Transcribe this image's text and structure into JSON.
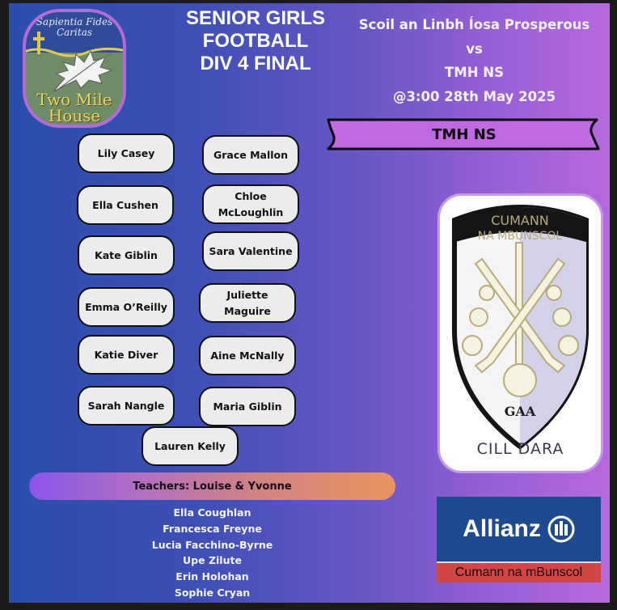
{
  "school_crest": {
    "motto_line1": "Sapientia Fides",
    "motto_line2": "Caritas",
    "name_line1": "Two Mile",
    "name_line2": "House"
  },
  "title": {
    "line1": "SENIOR GIRLS",
    "line2": "FOOTBALL",
    "line3": "DIV 4 FINAL"
  },
  "match": {
    "home_team": "Scoil an Linbh Íosa Prosperous",
    "versus": "vs",
    "away_team": "TMH NS",
    "time_date": "@3:00 28th May 2025"
  },
  "team_banner": {
    "label": "TMH NS"
  },
  "players": [
    {
      "name": "Lily Casey"
    },
    {
      "name": "Grace Mallon"
    },
    {
      "name": "Ella Cushen"
    },
    {
      "name": "Chloe McLoughlin"
    },
    {
      "name": "Kate Giblin"
    },
    {
      "name": "Sara Valentine"
    },
    {
      "name": "Emma O’Reilly"
    },
    {
      "name": "Juliette Maguire"
    },
    {
      "name": "Katie Diver"
    },
    {
      "name": "Aine McNally"
    },
    {
      "name": "Sarah Nangle"
    },
    {
      "name": "Maria Giblin"
    },
    {
      "name": "Lauren Kelly"
    }
  ],
  "teachers": {
    "label": "Teachers: Louise & Yvonne"
  },
  "substitutes": [
    "Ella Coughlan",
    "Francesca Freyne",
    "Lucia Facchino-Byrne",
    "Upe Zilute",
    "Erin Holohan",
    "Sophie Cryan"
  ],
  "gaa_crest": {
    "arc_line1": "CUMANN",
    "arc_line2": "NA MBUNSCOL",
    "gaa_mark": "GAA",
    "county": "CILL DARA"
  },
  "sponsor": {
    "brand": "Allianz",
    "subtitle": "Cumann na mBunscol"
  },
  "colors": {
    "bg_left": "#2a4eab",
    "bg_right": "#b668de",
    "banner_fill": "#bf6ae0",
    "pill_fill": "#ececec",
    "teachers_left": "#8a55ec",
    "teachers_right": "#ea9460",
    "allianz_blue": "#1e4b8f",
    "allianz_red": "#d34646"
  }
}
